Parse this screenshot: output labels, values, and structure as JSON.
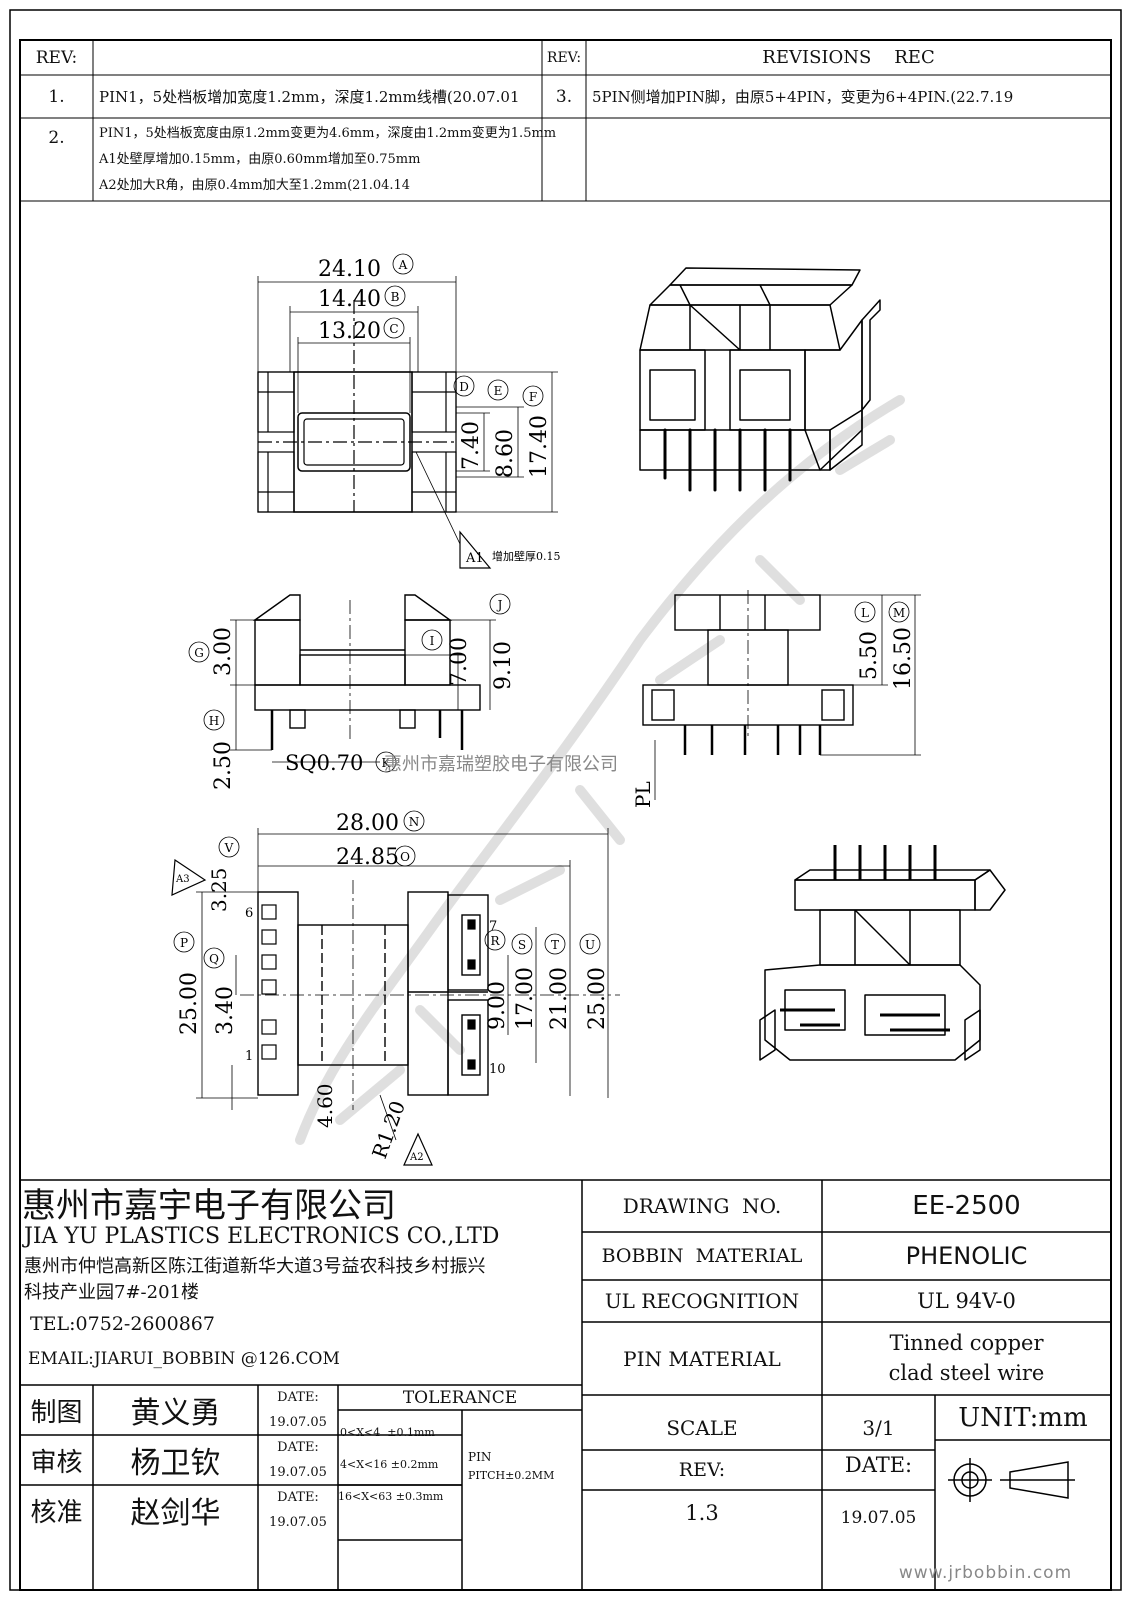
{
  "revisions": {
    "header": {
      "rev_label_left": "REV:",
      "rev_label_right": "REV:",
      "title": "REVISIONS    REC"
    },
    "rows": [
      {
        "no": "1.",
        "text": "PIN1，5处档板增加宽度1.2mm，深度1.2mm线槽(20.07.01"
      },
      {
        "no": "3.",
        "text": "5PIN侧增加PIN脚，由原5+4PIN，变更为6+4PIN.(22.7.19"
      },
      {
        "no": "2.",
        "lines": [
          "PIN1，5处档板宽度由原1.2mm变更为4.6mm，深度由1.2mm变更为1.5mm",
          "A1处壁厚增加0.15mm，由原0.60mm增加至0.75mm",
          "A2处加大R角，由原0.4mm加大至1.2mm(21.04.14"
        ]
      }
    ]
  },
  "drawing": {
    "top_view": {
      "dims": {
        "A": "24.10",
        "B": "14.40",
        "C": "13.20",
        "D": "7.40",
        "E": "8.60",
        "F": "17.40"
      },
      "labels": {
        "A": "A",
        "B": "B",
        "C": "C",
        "D": "D",
        "E": "E",
        "F": "F"
      },
      "note_tag": "A1",
      "note": "增加壁厚0.15"
    },
    "front_view": {
      "dims": {
        "G": "3.00",
        "H": "2.50",
        "I": "7.00",
        "J": "9.10",
        "SQ": "SQ0.70"
      },
      "labels": {
        "G": "G",
        "H": "H",
        "I": "I",
        "J": "J",
        "K": "K"
      }
    },
    "side_view": {
      "dims": {
        "L": "5.50",
        "M": "16.50"
      },
      "labels": {
        "L": "L",
        "M": "M",
        "PL": "PL"
      }
    },
    "bottom_view": {
      "dims": {
        "N": "28.00",
        "O": "24.85",
        "V": "3.25",
        "P": "25.00",
        "Q": "3.40",
        "R": "9.00",
        "S": "17.00",
        "T": "21.00",
        "U": "25.00",
        "W": "4.60",
        "R1": "R1.20"
      },
      "labels": {
        "N": "N",
        "O": "O",
        "V": "V",
        "P": "P",
        "Q": "Q",
        "R": "R",
        "S": "S",
        "T": "T",
        "U": "U",
        "A3": "A3",
        "A2": "A2"
      },
      "pins": {
        "p6": "6",
        "p1": "1",
        "p7": "7",
        "p10": "10"
      }
    },
    "watermark": "惠州市嘉瑞塑胶电子有限公司"
  },
  "title_block": {
    "company_cn": "惠州市嘉宇电子有限公司",
    "company_en": "JIA YU PLASTICS ELECTRONICS CO.,LTD",
    "address_1": "惠州市仲恺高新区陈江街道新华大道3号益农科技乡村振兴",
    "address_2": "科技产业园7#-201楼",
    "tel": "TEL:0752-2600867",
    "email": "EMAIL:JIARUI_BOBBIN @126.COM",
    "drawing_no_label": "DRAWING  NO.",
    "drawing_no": "EE-2500",
    "bobbin_material_label": "BOBBIN  MATERIAL",
    "bobbin_material": "PHENOLIC",
    "ul_label": "UL RECOGNITION",
    "ul_value": "UL 94V-0",
    "pin_material_label": "PIN MATERIAL",
    "pin_material_1": "Tinned copper",
    "pin_material_2": "clad steel wire",
    "roles": [
      {
        "role": "制图",
        "name": "黄义勇",
        "date_label": "DATE:",
        "date": "19.07.05"
      },
      {
        "role": "审核",
        "name": "杨卫钦",
        "date_label": "DATE:",
        "date": "19.07.05"
      },
      {
        "role": "核准",
        "name": "赵剑华",
        "date_label": "DATE:",
        "date": "19.07.05"
      }
    ],
    "tolerance_label": "TOLERANCE",
    "tolerances": [
      "0<X<4  ±0.1mm",
      "4<X<16 ±0.2mm",
      "16<X<63 ±0.3mm"
    ],
    "pin_pitch_1": "PIN",
    "pin_pitch_2": "PITCH±0.2MM",
    "scale_label": "SCALE",
    "scale": "3/1",
    "unit": "UNIT:mm",
    "rev_label": "REV:",
    "rev": "1.3",
    "date_label": "DATE:",
    "date": "19.07.05",
    "website": "www.jrbobbin.com"
  }
}
